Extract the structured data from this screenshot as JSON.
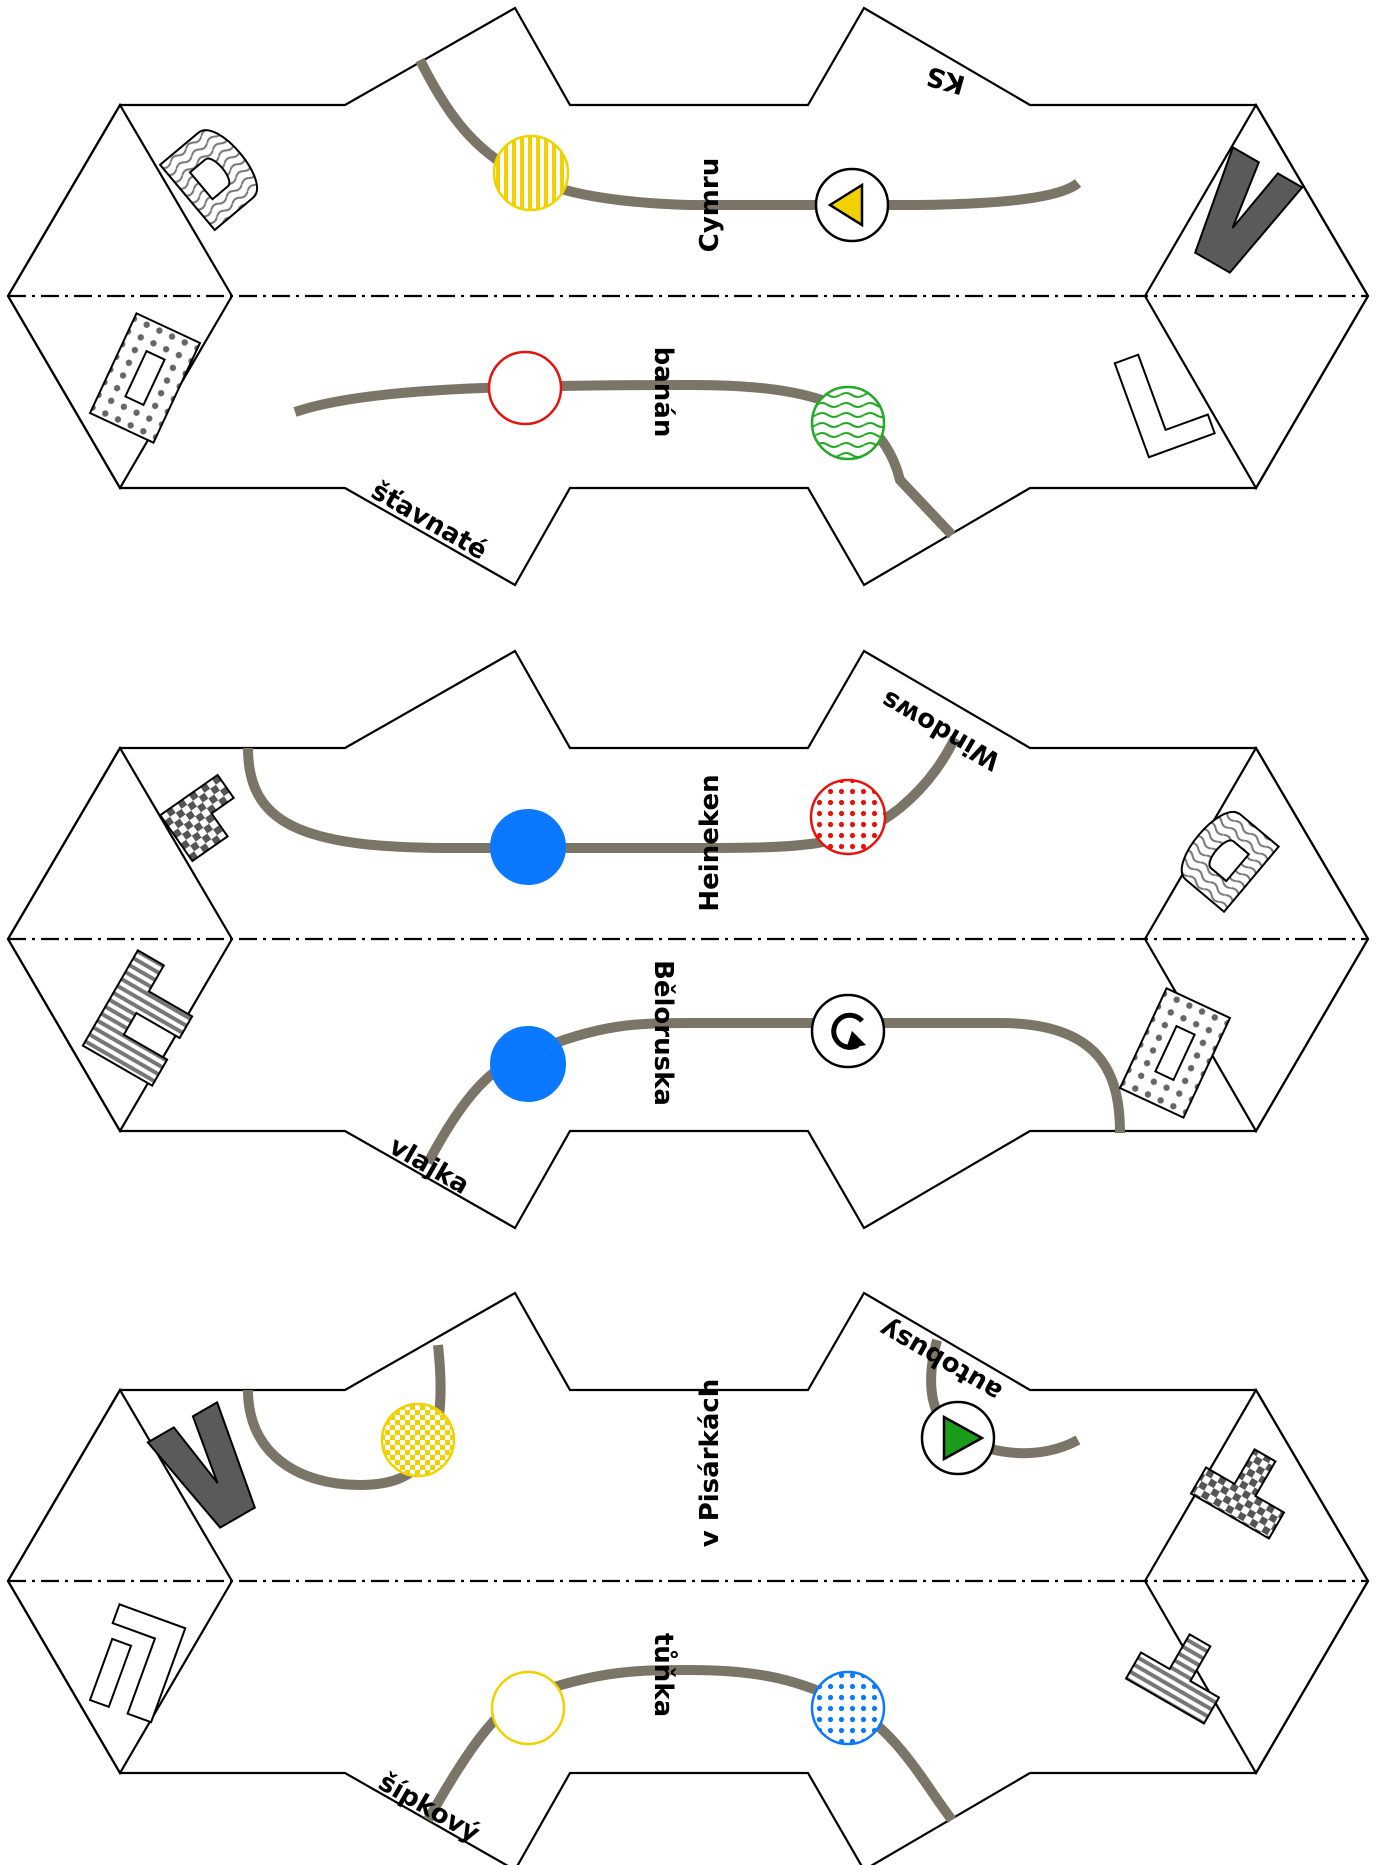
{
  "sheet": {
    "title": "",
    "colors": {
      "track": "#7a7566",
      "yellow": "#f2d100",
      "red": "#e8120c",
      "green": "#22aa22",
      "blue": "#0a78ff",
      "dark_gray": "#5a5a5a"
    },
    "pieces": [
      {
        "id": "piece-1",
        "top_labels": [
          "Cymru",
          "KS"
        ],
        "bottom_labels": [
          "banán",
          "šťavnaté"
        ],
        "markers": [
          {
            "name": "yellow-striped-circle",
            "color": "#f2d100",
            "pattern": "vertical-stripes"
          },
          {
            "name": "triangle-token",
            "color": "#f2d100",
            "symbol": "triangle-left"
          },
          {
            "name": "red-outline-circle",
            "color": "#e8120c",
            "pattern": "none"
          },
          {
            "name": "green-wavy-circle",
            "color": "#22aa22",
            "pattern": "wavy-lines"
          }
        ]
      },
      {
        "id": "piece-2",
        "top_labels": [
          "Heineken",
          "Windows"
        ],
        "bottom_labels": [
          "Běloruska",
          "vlajka"
        ],
        "markers": [
          {
            "name": "blue-solid-circle",
            "color": "#0a78ff",
            "pattern": "solid"
          },
          {
            "name": "red-dotted-circle",
            "color": "#e8120c",
            "pattern": "dots"
          },
          {
            "name": "blue-solid-circle-2",
            "color": "#0a78ff",
            "pattern": "solid"
          },
          {
            "name": "rotate-token",
            "color": "#000000",
            "symbol": "rotate"
          }
        ]
      },
      {
        "id": "piece-3",
        "top_labels": [
          "v Pisárkách",
          "autobusy"
        ],
        "bottom_labels": [
          "tůňka",
          "šípkový"
        ],
        "markers": [
          {
            "name": "yellow-checker-circle",
            "color": "#f2d100",
            "pattern": "checker"
          },
          {
            "name": "play-token",
            "color": "#1a9c1a",
            "symbol": "triangle-right"
          },
          {
            "name": "yellow-outline-circle",
            "color": "#f2d100",
            "pattern": "none"
          },
          {
            "name": "blue-dotted-circle",
            "color": "#0a78ff",
            "pattern": "dots"
          }
        ]
      }
    ]
  }
}
